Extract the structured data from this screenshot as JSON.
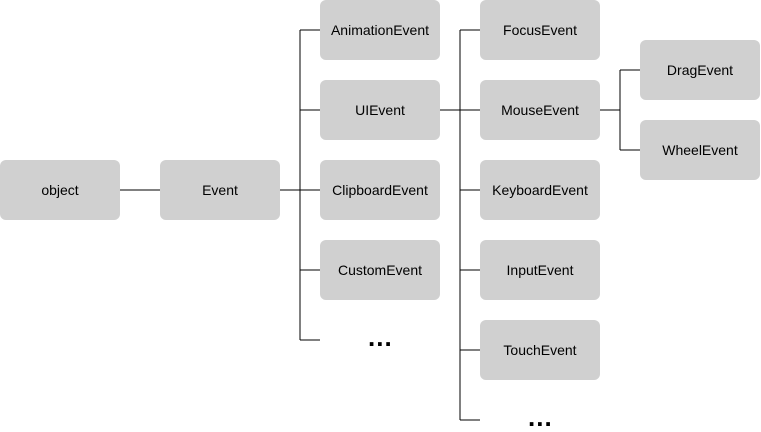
{
  "colors": {
    "node_fill": "#d0d0d0",
    "line": "#000000",
    "text": "#000000",
    "background": "#ffffff"
  },
  "root": {
    "label": "object"
  },
  "event": {
    "label": "Event"
  },
  "event_children": [
    {
      "label": "AnimationEvent"
    },
    {
      "label": "UIEvent"
    },
    {
      "label": "ClipboardEvent"
    },
    {
      "label": "CustomEvent"
    }
  ],
  "event_more": "...",
  "uievent_children": [
    {
      "label": "FocusEvent"
    },
    {
      "label": "MouseEvent"
    },
    {
      "label": "KeyboardEvent"
    },
    {
      "label": "InputEvent"
    },
    {
      "label": "TouchEvent"
    }
  ],
  "uievent_more": "...",
  "mouseevent_children": [
    {
      "label": "DragEvent"
    },
    {
      "label": "WheelEvent"
    }
  ]
}
